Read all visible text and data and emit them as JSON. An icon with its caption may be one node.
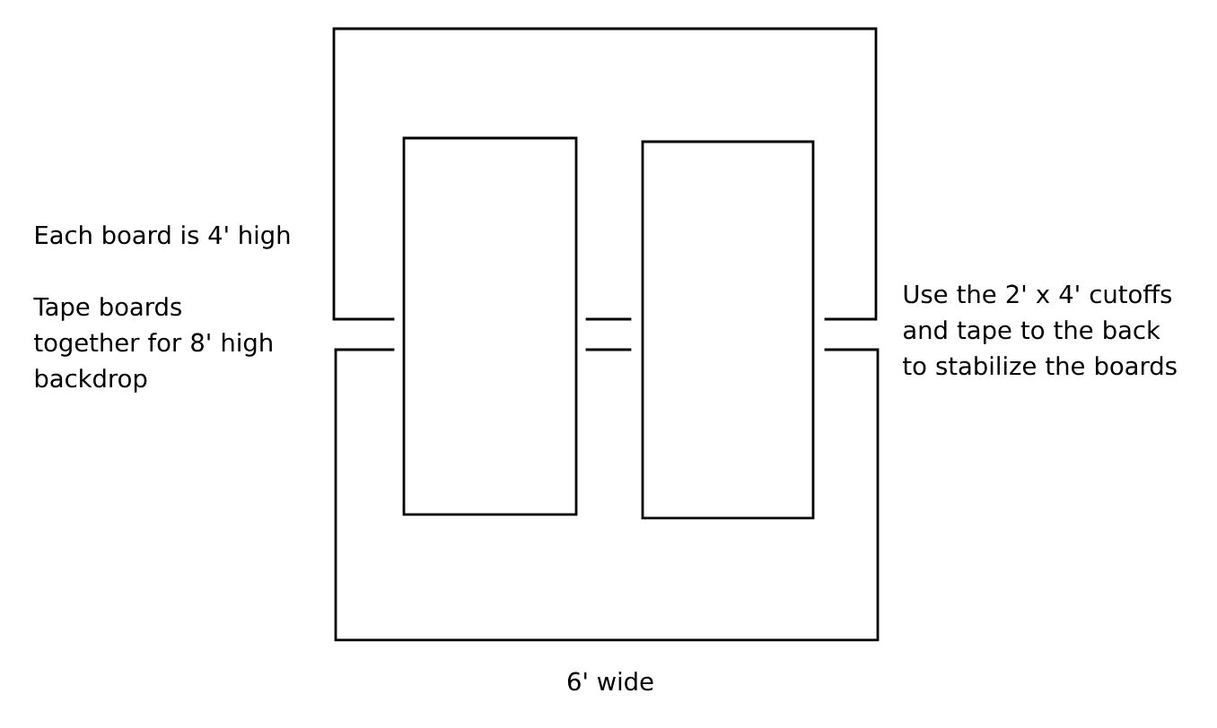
{
  "diagram": {
    "labels": [
      "Each board is 4' high",
      "Tape boards together for 8' high backdrop",
      "Use the 2' x 4' cutoffs and tape to the back to stabilize the boards",
      "6' wide"
    ]
  }
}
